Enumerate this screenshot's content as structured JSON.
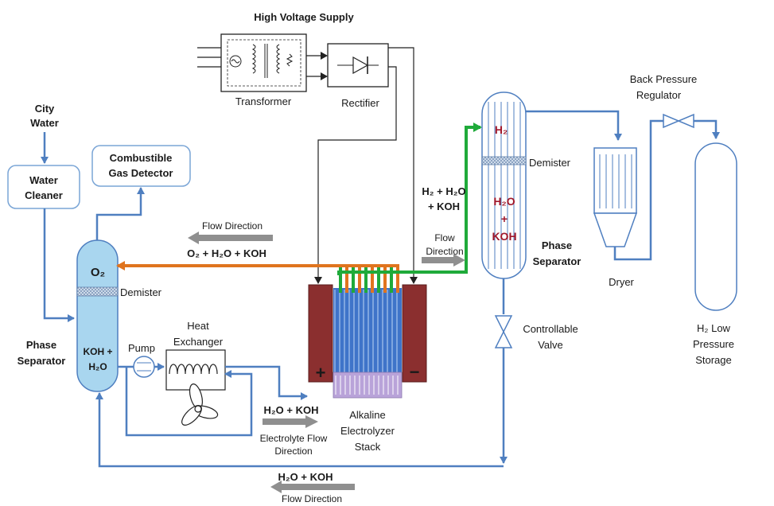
{
  "colors": {
    "pipe_blue": "#4f7fc0",
    "h2_green": "#1faa3a",
    "o2_orange": "#e0741e",
    "arrow_gray": "#8f8f8f",
    "separator_fill": "#a9d6ef",
    "electrode": "#8b2f2f",
    "stack_blue": "#3f74c9",
    "stack_purple": "#b9a3d9",
    "h2_text": "#a0182b"
  },
  "labels": {
    "high_voltage_supply": "High Voltage Supply",
    "transformer": "Transformer",
    "rectifier": "Rectifier",
    "city": "City",
    "water": "Water",
    "water_cleaner_1": "Water",
    "water_cleaner_2": "Cleaner",
    "combustible_1": "Combustible",
    "combustible_2": "Gas Detector",
    "flow_direction_top": "Flow Direction",
    "o2_stream": "O₂ + H₂O + KOH",
    "h2_stream_1": "H₂ + H₂O",
    "h2_stream_2": "+ KOH",
    "flow_dir_mid_1": "Flow",
    "flow_dir_mid_2": "Direction",
    "o2_sep": "O₂",
    "demister_left": "Demister",
    "demister_right": "Demister",
    "koh_sep_1": "KOH +",
    "koh_sep_2": "H₂O",
    "phase_sep_left_1": "Phase",
    "phase_sep_left_2": "Separator",
    "pump": "Pump",
    "heat_exchanger_1": "Heat",
    "heat_exchanger_2": "Exchanger",
    "h2o_koh_mid": "H₂O + KOH",
    "electrolyte_flow_1": "Electrolyte Flow",
    "electrolyte_flow_2": "Direction",
    "stack_1": "Alkaline",
    "stack_2": "Electrolyzer",
    "stack_3": "Stack",
    "h2_sep": "H₂",
    "h2o_sep": "H₂O",
    "plus_sep": "+",
    "koh_sep_right": "KOH",
    "phase_sep_right_1": "Phase",
    "phase_sep_right_2": "Separator",
    "controllable_1": "Controllable",
    "controllable_2": "Valve",
    "back_pressure_1": "Back Pressure",
    "back_pressure_2": "Regulator",
    "dryer": "Dryer",
    "h2_storage_1": "H₂ Low",
    "h2_storage_2": "Pressure",
    "h2_storage_3": "Storage",
    "h2o_koh_bottom": "H₂O + KOH",
    "flow_direction_bottom": "Flow Direction",
    "plus_sign": "+",
    "minus_sign": "−"
  }
}
